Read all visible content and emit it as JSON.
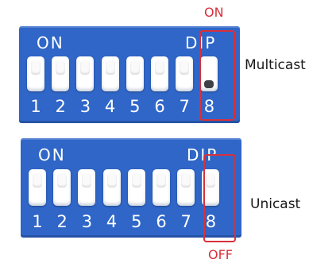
{
  "colors": {
    "switch_body": "#2f66c8",
    "highlight": "#d8303b",
    "actuator": "#ffffff"
  },
  "panels": [
    {
      "state_label": "ON",
      "mode_label": "Multicast",
      "on_text": "ON",
      "brand_text": "DIP",
      "switches": [
        {
          "number": "1",
          "position": "off"
        },
        {
          "number": "2",
          "position": "off"
        },
        {
          "number": "3",
          "position": "off"
        },
        {
          "number": "4",
          "position": "off"
        },
        {
          "number": "5",
          "position": "off"
        },
        {
          "number": "6",
          "position": "off"
        },
        {
          "number": "7",
          "position": "off"
        },
        {
          "number": "8",
          "position": "on"
        }
      ],
      "highlighted_switch": "8"
    },
    {
      "state_label": "OFF",
      "mode_label": "Unicast",
      "on_text": "ON",
      "brand_text": "DIP",
      "switches": [
        {
          "number": "1",
          "position": "off"
        },
        {
          "number": "2",
          "position": "off"
        },
        {
          "number": "3",
          "position": "off"
        },
        {
          "number": "4",
          "position": "off"
        },
        {
          "number": "5",
          "position": "off"
        },
        {
          "number": "6",
          "position": "off"
        },
        {
          "number": "7",
          "position": "off"
        },
        {
          "number": "8",
          "position": "off"
        }
      ],
      "highlighted_switch": "8"
    }
  ]
}
